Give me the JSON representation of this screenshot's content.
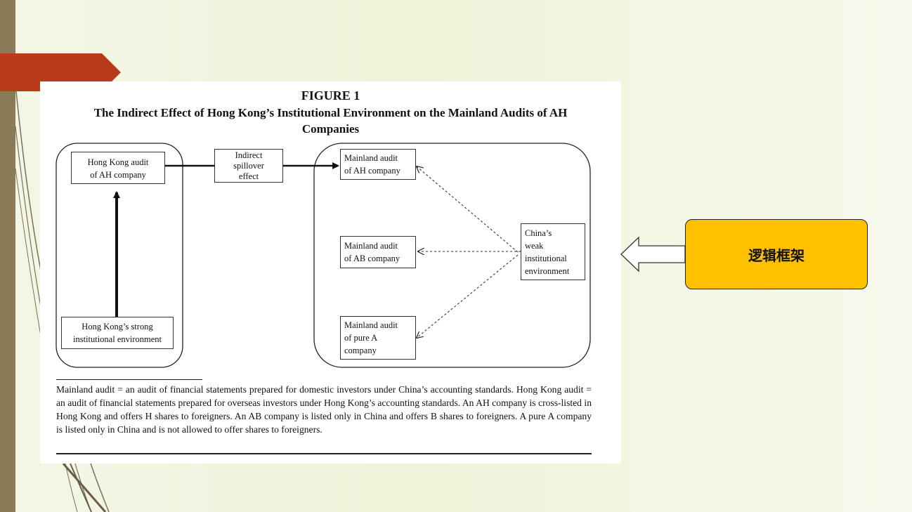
{
  "figure": {
    "title": "FIGURE 1",
    "subtitle_line1": "The Indirect Effect of Hong Kong’s Institutional Environment on the Mainland Audits of AH",
    "subtitle_line2": "Companies",
    "nodes": {
      "hk_audit": [
        "Hong Kong audit",
        "of AH company"
      ],
      "hk_env": [
        "Hong Kong’s strong",
        "institutional environment"
      ],
      "spillover": [
        "Indirect",
        "spillover",
        "effect"
      ],
      "ml_ah": [
        "Mainland audit",
        "of AH company"
      ],
      "ml_ab": [
        "Mainland audit",
        "of AB company"
      ],
      "ml_pure": [
        "Mainland audit",
        "of pure A",
        "company"
      ],
      "china_env": [
        "China’s",
        "weak",
        "institutional",
        "environment"
      ]
    },
    "notes": "Mainland audit = an audit of financial statements prepared for domestic investors under China’s accounting standards. Hong Kong audit = an audit of financial statements prepared for overseas investors under Hong Kong’s accounting standards. An AH company is cross-listed in Hong Kong and offers H shares to foreigners. An AB company is listed only in China and offers B shares to foreigners. A pure A company is listed only in China and is not allowed to offer shares to foreigners."
  },
  "callout": {
    "label": "逻辑框架"
  },
  "icons": {
    "pointer": "left-arrow-outline-icon"
  },
  "colors": {
    "callout_fill": "#ffc000",
    "accent_red": "#b83b1c",
    "bar": "#8a7a58"
  }
}
